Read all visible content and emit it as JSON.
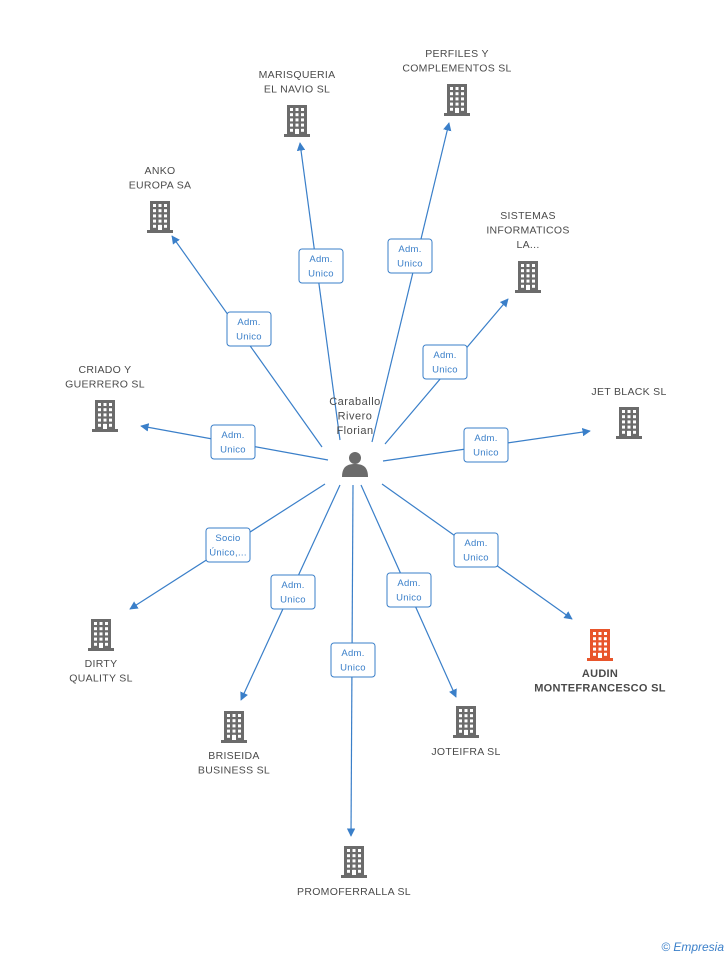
{
  "center": {
    "lines": [
      "Caraballo",
      "Rivero",
      "Florian"
    ]
  },
  "nodes": [
    {
      "id": "marisqueria",
      "lines": [
        "MARISQUERIA",
        "EL NAVIO SL"
      ],
      "highlight": false
    },
    {
      "id": "perfiles",
      "lines": [
        "PERFILES Y",
        "COMPLEMENTOS SL"
      ],
      "highlight": false
    },
    {
      "id": "anko",
      "lines": [
        "ANKO",
        "EUROPA SA"
      ],
      "highlight": false
    },
    {
      "id": "sistemas",
      "lines": [
        "SISTEMAS",
        "INFORMATICOS",
        "LA..."
      ],
      "highlight": false
    },
    {
      "id": "criado",
      "lines": [
        "CRIADO Y",
        "GUERRERO SL"
      ],
      "highlight": false
    },
    {
      "id": "jetblack",
      "lines": [
        "JET BLACK SL"
      ],
      "highlight": false
    },
    {
      "id": "dirty",
      "lines": [
        "DIRTY",
        "QUALITY SL"
      ],
      "highlight": false
    },
    {
      "id": "audin",
      "lines": [
        "AUDIN",
        "MONTEFRANCESCO SL"
      ],
      "highlight": true
    },
    {
      "id": "briseida",
      "lines": [
        "BRISEIDA",
        "BUSINESS SL"
      ],
      "highlight": false
    },
    {
      "id": "joteifra",
      "lines": [
        "JOTEIFRA SL"
      ],
      "highlight": false
    },
    {
      "id": "promoferralla",
      "lines": [
        "PROMOFERRALLA SL"
      ],
      "highlight": false
    }
  ],
  "edges": [
    {
      "to": "marisqueria",
      "label": [
        "Adm.",
        "Unico"
      ]
    },
    {
      "to": "perfiles",
      "label": [
        "Adm.",
        "Unico"
      ]
    },
    {
      "to": "anko",
      "label": [
        "Adm.",
        "Unico"
      ]
    },
    {
      "to": "sistemas",
      "label": [
        "Adm.",
        "Unico"
      ]
    },
    {
      "to": "criado",
      "label": [
        "Adm.",
        "Unico"
      ]
    },
    {
      "to": "jetblack",
      "label": [
        "Adm.",
        "Unico"
      ]
    },
    {
      "to": "dirty",
      "label": [
        "Socio",
        "Único,..."
      ]
    },
    {
      "to": "audin",
      "label": [
        "Adm.",
        "Unico"
      ]
    },
    {
      "to": "briseida",
      "label": [
        "Adm.",
        "Unico"
      ]
    },
    {
      "to": "joteifra",
      "label": [
        "Adm.",
        "Unico"
      ]
    },
    {
      "to": "promoferralla",
      "label": [
        "Adm.",
        "Unico"
      ]
    }
  ],
  "colors": {
    "edge": "#3a7fc9",
    "building": "#6b6b6b",
    "highlight": "#e8552b",
    "person": "#6b6b6b"
  },
  "footer": {
    "symbol": "©",
    "brand": "Empresia"
  }
}
